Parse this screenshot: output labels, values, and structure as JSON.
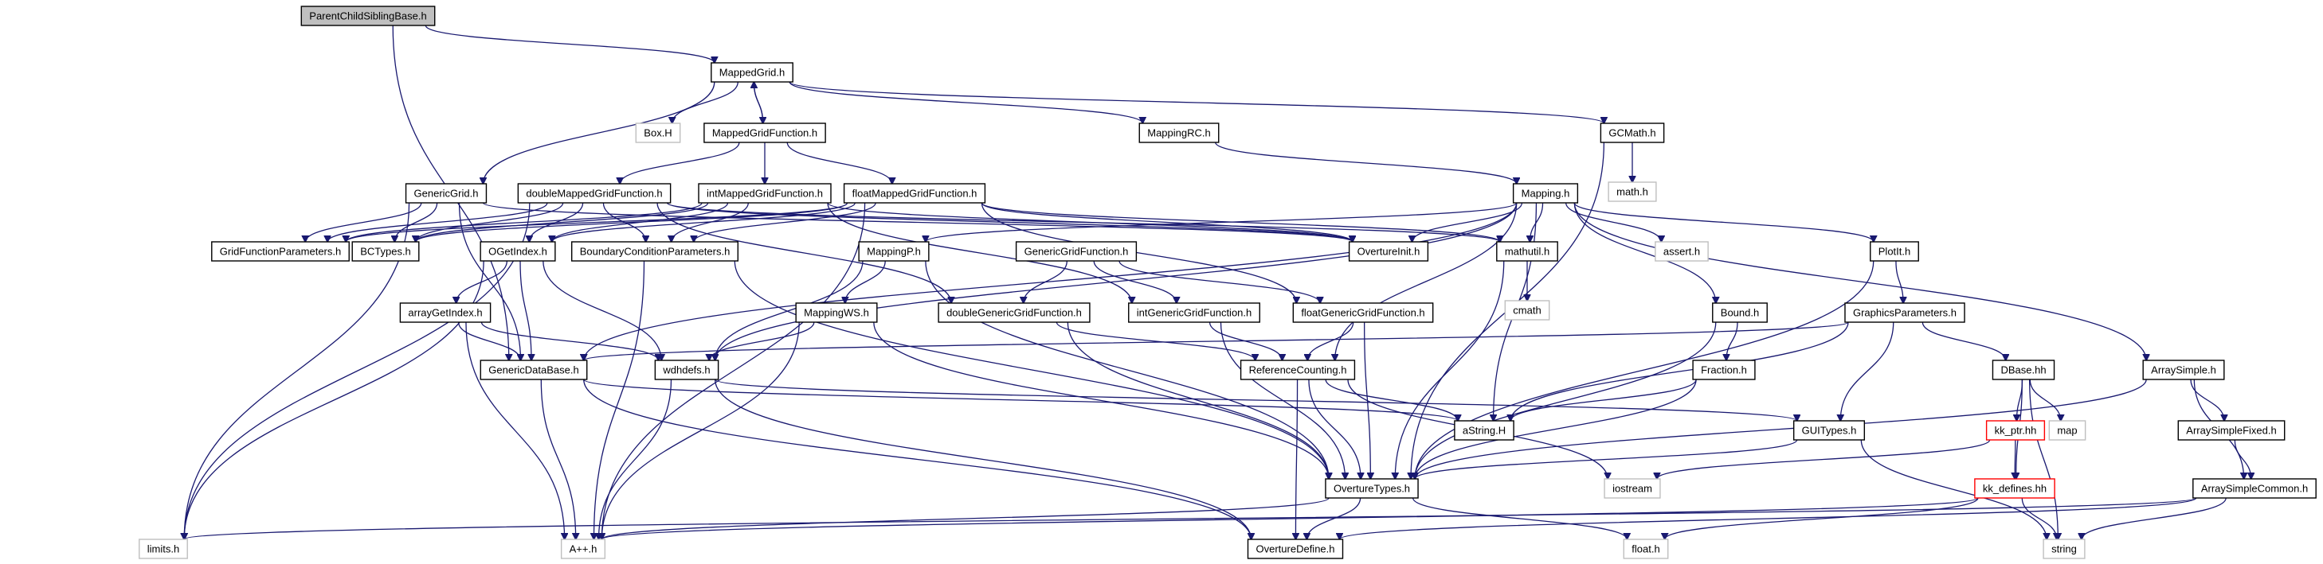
{
  "nodes": [
    {
      "id": "pcsb",
      "label": "ParentChildSiblingBase.h",
      "style": "highlight"
    },
    {
      "id": "mappedgrid",
      "label": "MappedGrid.h",
      "style": "normal"
    },
    {
      "id": "boxh",
      "label": "Box.H",
      "style": "ghost"
    },
    {
      "id": "mgf",
      "label": "MappedGridFunction.h",
      "style": "normal"
    },
    {
      "id": "mappingrc",
      "label": "MappingRC.h",
      "style": "normal"
    },
    {
      "id": "gcmath",
      "label": "GCMath.h",
      "style": "normal"
    },
    {
      "id": "mathh",
      "label": "math.h",
      "style": "ghost"
    },
    {
      "id": "genericgrid",
      "label": "GenericGrid.h",
      "style": "normal"
    },
    {
      "id": "dmgf",
      "label": "doubleMappedGridFunction.h",
      "style": "normal"
    },
    {
      "id": "imgf",
      "label": "intMappedGridFunction.h",
      "style": "normal"
    },
    {
      "id": "fmgf",
      "label": "floatMappedGridFunction.h",
      "style": "normal"
    },
    {
      "id": "mapping",
      "label": "Mapping.h",
      "style": "normal"
    },
    {
      "id": "gfp",
      "label": "GridFunctionParameters.h",
      "style": "normal"
    },
    {
      "id": "bctypes",
      "label": "BCTypes.h",
      "style": "normal"
    },
    {
      "id": "ogetindex",
      "label": "OGetIndex.h",
      "style": "normal"
    },
    {
      "id": "bcp",
      "label": "BoundaryConditionParameters.h",
      "style": "normal"
    },
    {
      "id": "mappingp",
      "label": "MappingP.h",
      "style": "normal"
    },
    {
      "id": "gencgf",
      "label": "GenericGridFunction.h",
      "style": "normal"
    },
    {
      "id": "overtureinit",
      "label": "OvertureInit.h",
      "style": "normal"
    },
    {
      "id": "mathutil",
      "label": "mathutil.h",
      "style": "normal"
    },
    {
      "id": "asserth",
      "label": "assert.h",
      "style": "ghost"
    },
    {
      "id": "plotit",
      "label": "PlotIt.h",
      "style": "normal"
    },
    {
      "id": "cmath",
      "label": "cmath",
      "style": "ghost"
    },
    {
      "id": "arraygetindex",
      "label": "arrayGetIndex.h",
      "style": "normal"
    },
    {
      "id": "mappingws",
      "label": "MappingWS.h",
      "style": "normal"
    },
    {
      "id": "dggf",
      "label": "doubleGenericGridFunction.h",
      "style": "normal"
    },
    {
      "id": "iggf",
      "label": "intGenericGridFunction.h",
      "style": "normal"
    },
    {
      "id": "fggf",
      "label": "floatGenericGridFunction.h",
      "style": "normal"
    },
    {
      "id": "bound",
      "label": "Bound.h",
      "style": "normal"
    },
    {
      "id": "gparams",
      "label": "GraphicsParameters.h",
      "style": "normal"
    },
    {
      "id": "gdb",
      "label": "GenericDataBase.h",
      "style": "normal"
    },
    {
      "id": "wdhdefs",
      "label": "wdhdefs.h",
      "style": "normal"
    },
    {
      "id": "refcount",
      "label": "ReferenceCounting.h",
      "style": "normal"
    },
    {
      "id": "fraction",
      "label": "Fraction.h",
      "style": "normal"
    },
    {
      "id": "dbase",
      "label": "DBase.hh",
      "style": "normal"
    },
    {
      "id": "arraysimple",
      "label": "ArraySimple.h",
      "style": "normal"
    },
    {
      "id": "astring",
      "label": "aString.H",
      "style": "normal"
    },
    {
      "id": "guitypes",
      "label": "GUITypes.h",
      "style": "normal"
    },
    {
      "id": "kkptr",
      "label": "kk_ptr.hh",
      "style": "missing"
    },
    {
      "id": "maph",
      "label": "map",
      "style": "ghost"
    },
    {
      "id": "arraysimplefixed",
      "label": "ArraySimpleFixed.h",
      "style": "normal"
    },
    {
      "id": "overturetypes",
      "label": "OvertureTypes.h",
      "style": "normal"
    },
    {
      "id": "iostream",
      "label": "iostream",
      "style": "ghost"
    },
    {
      "id": "kkdefines",
      "label": "kk_defines.hh",
      "style": "missing"
    },
    {
      "id": "arraysimplecommon",
      "label": "ArraySimpleCommon.h",
      "style": "normal"
    },
    {
      "id": "limits",
      "label": "limits.h",
      "style": "ghost"
    },
    {
      "id": "aplusplus",
      "label": "A++.h",
      "style": "ghost"
    },
    {
      "id": "overturedefine",
      "label": "OvertureDefine.h",
      "style": "normal"
    },
    {
      "id": "floath",
      "label": "float.h",
      "style": "ghost"
    },
    {
      "id": "stringh",
      "label": "string",
      "style": "ghost"
    }
  ],
  "edges": [
    [
      "pcsb",
      "mappedgrid"
    ],
    [
      "pcsb",
      "gdb"
    ],
    [
      "mappedgrid",
      "mgf"
    ],
    [
      "mgf",
      "mappedgrid"
    ],
    [
      "mappedgrid",
      "boxh"
    ],
    [
      "mappedgrid",
      "genericgrid"
    ],
    [
      "mappedgrid",
      "mappingrc"
    ],
    [
      "mappedgrid",
      "gcmath"
    ],
    [
      "gcmath",
      "mathh"
    ],
    [
      "gcmath",
      "overturetypes"
    ],
    [
      "mgf",
      "dmgf"
    ],
    [
      "mgf",
      "fmgf"
    ],
    [
      "mgf",
      "imgf"
    ],
    [
      "mappingrc",
      "mapping"
    ],
    [
      "genericgrid",
      "gdb"
    ],
    [
      "genericgrid",
      "limits"
    ],
    [
      "genericgrid",
      "overtureinit"
    ],
    [
      "genericgrid",
      "bctypes"
    ],
    [
      "genericgrid",
      "gfp"
    ],
    [
      "dmgf",
      "gfp"
    ],
    [
      "dmgf",
      "bctypes"
    ],
    [
      "dmgf",
      "ogetindex"
    ],
    [
      "dmgf",
      "bcp"
    ],
    [
      "dmgf",
      "dggf"
    ],
    [
      "dmgf",
      "overtureinit"
    ],
    [
      "dmgf",
      "mathutil"
    ],
    [
      "dmgf",
      "limits"
    ],
    [
      "imgf",
      "gfp"
    ],
    [
      "imgf",
      "bctypes"
    ],
    [
      "imgf",
      "ogetindex"
    ],
    [
      "imgf",
      "iggf"
    ],
    [
      "imgf",
      "bcp"
    ],
    [
      "imgf",
      "overtureinit"
    ],
    [
      "fmgf",
      "gfp"
    ],
    [
      "fmgf",
      "bctypes"
    ],
    [
      "fmgf",
      "ogetindex"
    ],
    [
      "fmgf",
      "bcp"
    ],
    [
      "fmgf",
      "fggf"
    ],
    [
      "fmgf",
      "overtureinit"
    ],
    [
      "fmgf",
      "mathutil"
    ],
    [
      "fmgf",
      "aplusplus"
    ],
    [
      "mapping",
      "overtureinit"
    ],
    [
      "mapping",
      "mathutil"
    ],
    [
      "mapping",
      "asserth"
    ],
    [
      "mapping",
      "bound"
    ],
    [
      "mapping",
      "plotit"
    ],
    [
      "mapping",
      "arraysimple"
    ],
    [
      "mapping",
      "mappingp"
    ],
    [
      "mapping",
      "wdhdefs"
    ],
    [
      "mapping",
      "gdb"
    ],
    [
      "mapping",
      "astring"
    ],
    [
      "mapping",
      "refcount"
    ],
    [
      "mathutil",
      "cmath"
    ],
    [
      "mathutil",
      "overturetypes"
    ],
    [
      "ogetindex",
      "arraygetindex"
    ],
    [
      "ogetindex",
      "gdb"
    ],
    [
      "ogetindex",
      "wdhdefs"
    ],
    [
      "ogetindex",
      "limits"
    ],
    [
      "bcp",
      "overturetypes"
    ],
    [
      "bcp",
      "aplusplus"
    ],
    [
      "mappingp",
      "mappingws"
    ],
    [
      "mappingp",
      "wdhdefs"
    ],
    [
      "mappingp",
      "overturetypes"
    ],
    [
      "gencgf",
      "dggf"
    ],
    [
      "gencgf",
      "iggf"
    ],
    [
      "gencgf",
      "fggf"
    ],
    [
      "arraygetindex",
      "gdb"
    ],
    [
      "arraygetindex",
      "aplusplus"
    ],
    [
      "arraygetindex",
      "wdhdefs"
    ],
    [
      "mappingws",
      "wdhdefs"
    ],
    [
      "mappingws",
      "aplusplus"
    ],
    [
      "mappingws",
      "overturetypes"
    ],
    [
      "dggf",
      "refcount"
    ],
    [
      "dggf",
      "overturetypes"
    ],
    [
      "iggf",
      "refcount"
    ],
    [
      "iggf",
      "overturetypes"
    ],
    [
      "fggf",
      "refcount"
    ],
    [
      "fggf",
      "overturetypes"
    ],
    [
      "bound",
      "fraction"
    ],
    [
      "bound",
      "overturetypes"
    ],
    [
      "plotit",
      "gparams"
    ],
    [
      "plotit",
      "overturetypes"
    ],
    [
      "gparams",
      "gdb"
    ],
    [
      "gparams",
      "guitypes"
    ],
    [
      "gparams",
      "dbase"
    ],
    [
      "gparams",
      "astring"
    ],
    [
      "gdb",
      "aplusplus"
    ],
    [
      "gdb",
      "astring"
    ],
    [
      "gdb",
      "overturedefine"
    ],
    [
      "wdhdefs",
      "aplusplus"
    ],
    [
      "wdhdefs",
      "overturedefine"
    ],
    [
      "wdhdefs",
      "guitypes"
    ],
    [
      "refcount",
      "astring"
    ],
    [
      "refcount",
      "overturetypes"
    ],
    [
      "refcount",
      "overturedefine"
    ],
    [
      "refcount",
      "iostream"
    ],
    [
      "fraction",
      "astring"
    ],
    [
      "fraction",
      "overturetypes"
    ],
    [
      "dbase",
      "kkptr"
    ],
    [
      "dbase",
      "maph"
    ],
    [
      "dbase",
      "kkdefines"
    ],
    [
      "dbase",
      "stringh"
    ],
    [
      "arraysimple",
      "arraysimplefixed"
    ],
    [
      "arraysimple",
      "arraysimplecommon"
    ],
    [
      "arraysimple",
      "overturetypes"
    ],
    [
      "arraysimplefixed",
      "arraysimplecommon"
    ],
    [
      "arraysimplecommon",
      "stringh"
    ],
    [
      "arraysimplecommon",
      "limits"
    ],
    [
      "arraysimplecommon",
      "overturedefine"
    ],
    [
      "guitypes",
      "overturetypes"
    ],
    [
      "guitypes",
      "stringh"
    ],
    [
      "kkptr",
      "kkdefines"
    ],
    [
      "kkptr",
      "iostream"
    ],
    [
      "kkdefines",
      "stringh"
    ],
    [
      "kkdefines",
      "floath"
    ],
    [
      "kkdefines",
      "aplusplus"
    ],
    [
      "overturetypes",
      "aplusplus"
    ],
    [
      "overturetypes",
      "overturedefine"
    ],
    [
      "overturetypes",
      "floath"
    ]
  ]
}
